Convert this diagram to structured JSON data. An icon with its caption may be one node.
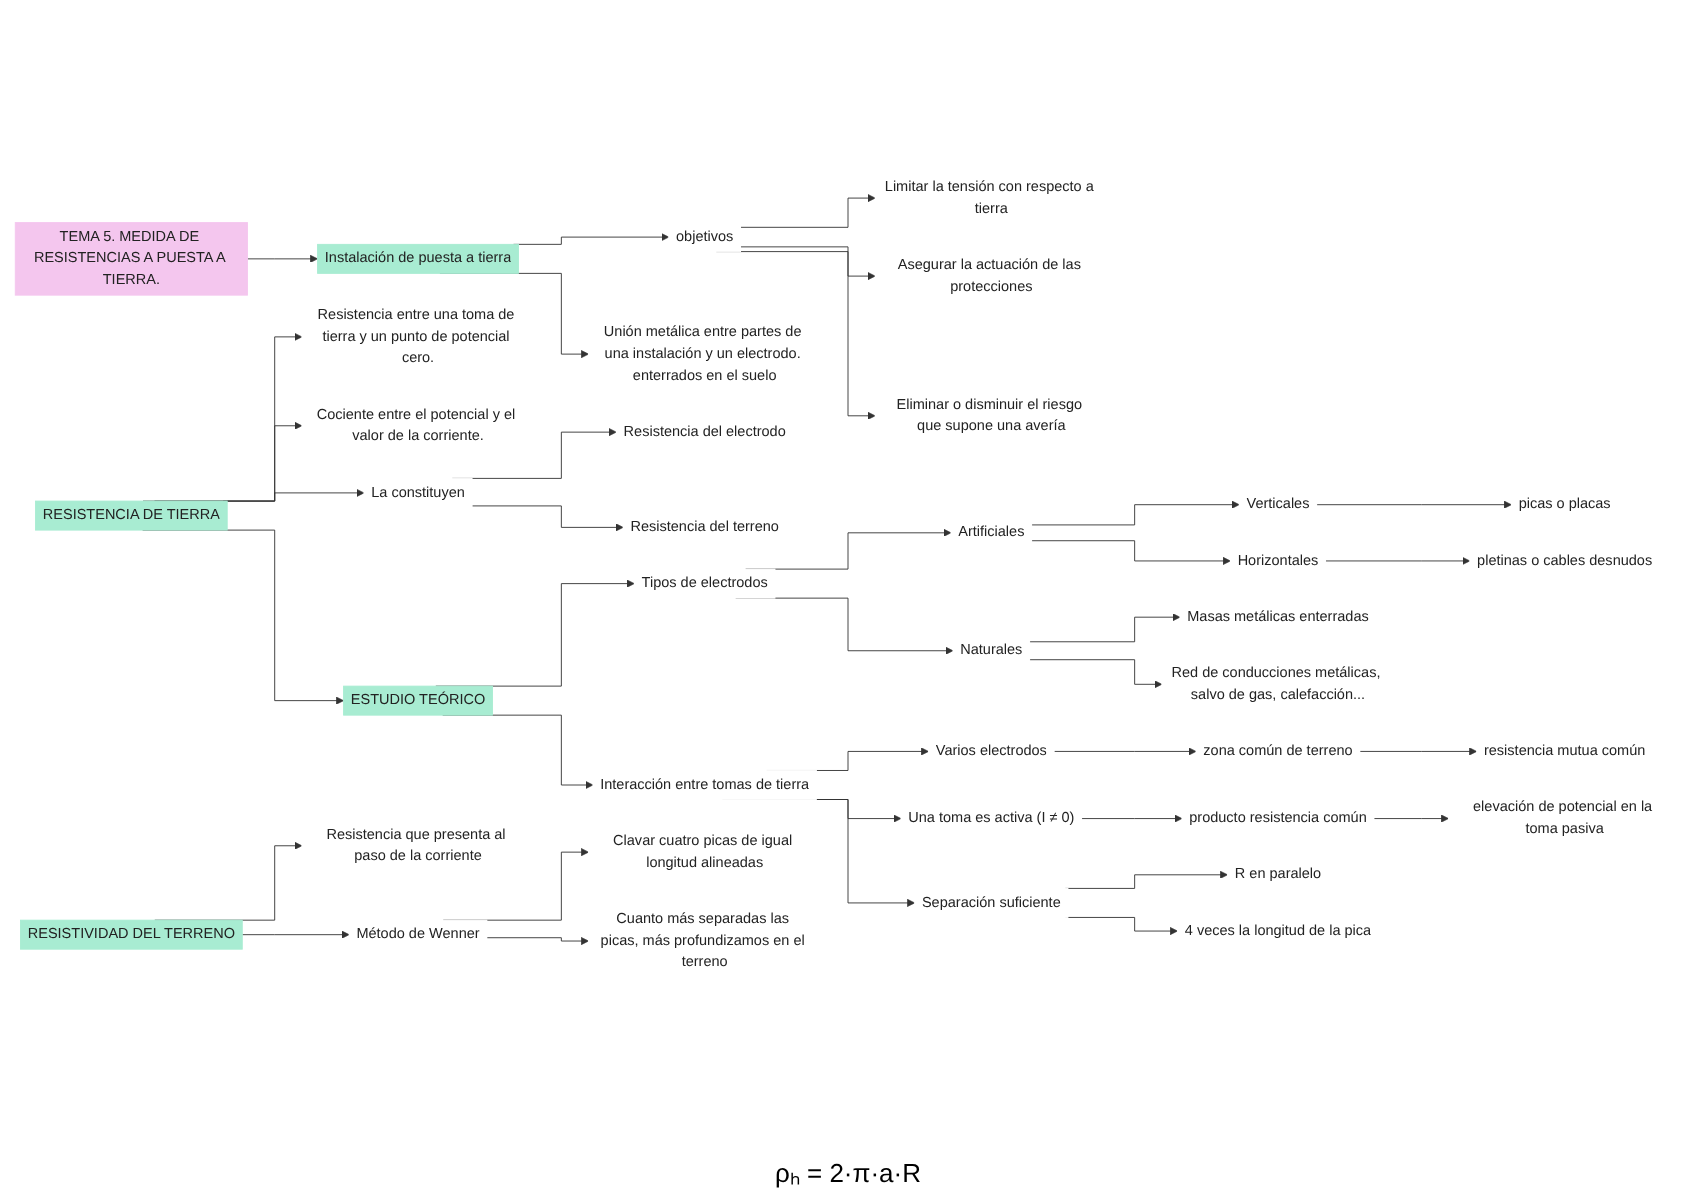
{
  "diagram": {
    "nodes": [
      {
        "text": [
          "TEMA 5. MEDIDA DE RESISTENCIAS A PUESTA A TIERRA."
        ]
      },
      {
        "text": [
          "Instalación de puesta a tierra"
        ]
      },
      {
        "text": [
          "objetivos"
        ]
      },
      {
        "text": [
          "Limitar la tensión con respecto a tierra"
        ]
      },
      {
        "text": [
          "Asegurar la actuación de las protecciones"
        ]
      },
      {
        "text": [
          "Eliminar o disminuir el riesgo que supone una avería"
        ]
      },
      {
        "text": [
          "Unión metálica entre partes de una instalación y un electrodo. enterrados en el suelo"
        ]
      },
      {
        "text": [
          "RESISTENCIA DE TIERRA"
        ]
      },
      {
        "text": [
          "Resistencia entre una toma de tierra y un punto de potencial cero."
        ]
      },
      {
        "text": [
          "Cociente entre el potencial y el valor de la corriente."
        ]
      },
      {
        "text": [
          "La constituyen"
        ]
      },
      {
        "text": [
          "Resistencia del electrodo"
        ]
      },
      {
        "text": [
          "Resistencia del terreno"
        ]
      },
      {
        "text": [
          "ESTUDIO TEÓRICO"
        ]
      },
      {
        "text": [
          "Tipos de electrodos"
        ]
      },
      {
        "text": [
          "Artificiales"
        ]
      },
      {
        "text": [
          "Verticales"
        ]
      },
      {
        "text": [
          "picas o placas"
        ]
      },
      {
        "text": [
          "Horizontales"
        ]
      },
      {
        "text": [
          "pletinas o cables desnudos"
        ]
      },
      {
        "text": [
          "Naturales"
        ]
      },
      {
        "text": [
          "Masas metálicas enterradas"
        ]
      },
      {
        "text": [
          "Red de conducciones metálicas, salvo de gas, calefacción..."
        ]
      },
      {
        "text": [
          "Interacción entre tomas de tierra"
        ]
      },
      {
        "text": [
          "Varios electrodos"
        ]
      },
      {
        "text": [
          "zona común de terreno"
        ]
      },
      {
        "text": [
          "resistencia mutua común"
        ]
      },
      {
        "text": [
          "Una toma es activa (I ≠ 0)"
        ]
      },
      {
        "text": [
          "producto resistencia común"
        ]
      },
      {
        "text": [
          "elevación de potencial en la toma pasiva"
        ]
      },
      {
        "text": [
          "Separación suficiente"
        ]
      },
      {
        "text": [
          "R en paralelo"
        ]
      },
      {
        "text": [
          "4 veces la longitud de la pica"
        ]
      },
      {
        "text": [
          "RESISTIVIDAD DEL TERRENO"
        ]
      },
      {
        "text": [
          "Resistencia que presenta al paso de la corriente"
        ]
      },
      {
        "text": [
          "Método de Wenner"
        ]
      },
      {
        "text": [
          "Clavar cuatro picas de igual longitud alineadas"
        ]
      },
      {
        "text": [
          "Cuanto más separadas las picas, más profundizamos en el terreno"
        ]
      }
    ],
    "edges": [
      {
        "from": 0,
        "to": 1,
        "arrow": "to"
      },
      {
        "from": 1,
        "to": 2,
        "arrow": "to"
      },
      {
        "from": 2,
        "to": 3,
        "arrow": "to"
      },
      {
        "from": 2,
        "to": 4,
        "arrow": "to"
      },
      {
        "from": 2,
        "to": 5,
        "arrow": "to"
      },
      {
        "from": 1,
        "to": 6,
        "arrow": "to"
      },
      {
        "from": 7,
        "to": 8,
        "arrow": "to"
      },
      {
        "from": 7,
        "to": 9,
        "arrow": "to"
      },
      {
        "from": 7,
        "to": 10,
        "arrow": "to"
      },
      {
        "from": 10,
        "to": 11,
        "arrow": "to"
      },
      {
        "from": 10,
        "to": 12,
        "arrow": "to"
      },
      {
        "from": 7,
        "to": 13,
        "arrow": "to"
      },
      {
        "from": 13,
        "to": 14,
        "arrow": "to"
      },
      {
        "from": 14,
        "to": 15,
        "arrow": "to"
      },
      {
        "from": 15,
        "to": 16,
        "arrow": "to"
      },
      {
        "from": 16,
        "to": 17,
        "arrow": "to"
      },
      {
        "from": 15,
        "to": 18,
        "arrow": "to"
      },
      {
        "from": 18,
        "to": 19,
        "arrow": "to"
      },
      {
        "from": 14,
        "to": 20,
        "arrow": "to"
      },
      {
        "from": 20,
        "to": 21,
        "arrow": "to"
      },
      {
        "from": 20,
        "to": 22,
        "arrow": "to"
      },
      {
        "from": 13,
        "to": 23,
        "arrow": "to"
      },
      {
        "from": 23,
        "to": 24,
        "arrow": "to"
      },
      {
        "from": 24,
        "to": 25,
        "arrow": "to"
      },
      {
        "from": 25,
        "to": 26,
        "arrow": "to"
      },
      {
        "from": 23,
        "to": 27,
        "arrow": "to"
      },
      {
        "from": 27,
        "to": 28,
        "arrow": "to"
      },
      {
        "from": 28,
        "to": 29,
        "arrow": "to"
      },
      {
        "from": 23,
        "to": 30,
        "arrow": "to"
      },
      {
        "from": 30,
        "to": 31,
        "arrow": "to"
      },
      {
        "from": 30,
        "to": 32,
        "arrow": "to"
      },
      {
        "from": 33,
        "to": 34,
        "arrow": "to"
      },
      {
        "from": 33,
        "to": 35,
        "arrow": "to"
      },
      {
        "from": 35,
        "to": 36,
        "arrow": "to"
      },
      {
        "from": 35,
        "to": 37,
        "arrow": "to"
      }
    ],
    "labels": [
      "ρₕ = 2·π·a·R"
    ]
  }
}
